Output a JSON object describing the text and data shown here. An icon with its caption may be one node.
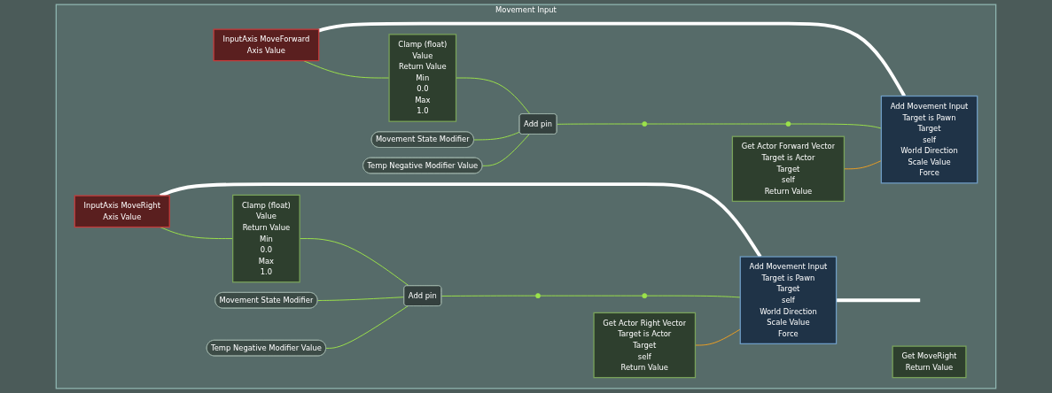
{
  "diagram": {
    "nodes": [
      {
        "text": [
          "Movement Input"
        ]
      },
      {
        "text": [
          "InputAxis MoveForward",
          "Axis Value"
        ],
        "in": 0
      },
      {
        "text": [
          "Clamp (float)",
          "Value",
          "Return Value",
          "Min",
          "0.0",
          "Max",
          "1.0"
        ],
        "in": 0
      },
      {
        "text": [
          "Movement State Modifier"
        ],
        "in": 0
      },
      {
        "text": [
          "Temp Negative Modifier Value"
        ],
        "in": 0
      },
      {
        "text": [
          "Add pin"
        ],
        "in": 0
      },
      {
        "text": [
          "Get Actor Forward Vector",
          "Target is Actor",
          "Target",
          "self",
          "Return Value"
        ],
        "in": 0
      },
      {
        "text": [],
        "shape": "circle",
        "in": 0
      },
      {
        "text": [],
        "shape": "circle",
        "in": 0
      },
      {
        "text": [
          "Add Movement Input",
          "Target is Pawn",
          "Target",
          "self",
          "World Direction",
          "Scale Value",
          "Force"
        ],
        "in": 0
      },
      {
        "text": [
          "InputAxis MoveRight",
          "Axis Value"
        ],
        "in": 0
      },
      {
        "text": [
          "Clamp (float)",
          "Value",
          "Return Value",
          "Min",
          "0.0",
          "Max",
          "1.0"
        ],
        "in": 0
      },
      {
        "text": [
          "Movement State Modifier"
        ],
        "in": 0
      },
      {
        "text": [
          "Temp Negative Modifier Value"
        ],
        "in": 0
      },
      {
        "text": [
          "Add pin"
        ],
        "in": 0
      },
      {
        "text": [
          "Get Actor Right Vector",
          "Target is Actor",
          "Target",
          "self",
          "Return Value"
        ],
        "in": 0
      },
      {
        "text": [],
        "shape": "circle",
        "in": 0
      },
      {
        "text": [],
        "shape": "circle",
        "in": 0
      },
      {
        "text": [
          "Add Movement Input",
          "Target is Pawn",
          "Target",
          "self",
          "World Direction",
          "Scale Value",
          "Force"
        ],
        "in": 0
      },
      {
        "text": [
          "Get MoveRight",
          "Return Value"
        ],
        "in": 0
      }
    ],
    "edges": [
      {
        "from": 1,
        "to": 9,
        "arrow": "none",
        "style": "thick",
        "color": "#ffffff"
      },
      {
        "from": 1,
        "to": 2,
        "arrow": "none"
      },
      {
        "from": 2,
        "to": 5,
        "arrow": "none"
      },
      {
        "from": 3,
        "to": 5,
        "arrow": "none"
      },
      {
        "from": 4,
        "to": 5,
        "arrow": "none"
      },
      {
        "from": 5,
        "to": 7,
        "arrow": "none"
      },
      {
        "from": 7,
        "to": 8,
        "arrow": "none"
      },
      {
        "from": 8,
        "to": 9,
        "arrow": "none"
      },
      {
        "from": 6,
        "to": 9,
        "arrow": "none",
        "color": "#f0a020"
      },
      {
        "from": 10,
        "to": 18,
        "arrow": "none",
        "style": "thick",
        "color": "#ffffff"
      },
      {
        "from": 18,
        "to": null,
        "arrow": "none",
        "style": "thick",
        "color": "#ffffff"
      },
      {
        "from": 10,
        "to": 11,
        "arrow": "none"
      },
      {
        "from": 11,
        "to": 14,
        "arrow": "none"
      },
      {
        "from": 12,
        "to": 14,
        "arrow": "none"
      },
      {
        "from": 13,
        "to": 14,
        "arrow": "none"
      },
      {
        "from": 14,
        "to": 16,
        "arrow": "none"
      },
      {
        "from": 16,
        "to": 17,
        "arrow": "none"
      },
      {
        "from": 17,
        "to": 18,
        "arrow": "none"
      },
      {
        "from": 15,
        "to": 18,
        "arrow": "none",
        "color": "#f0a020"
      }
    ]
  }
}
